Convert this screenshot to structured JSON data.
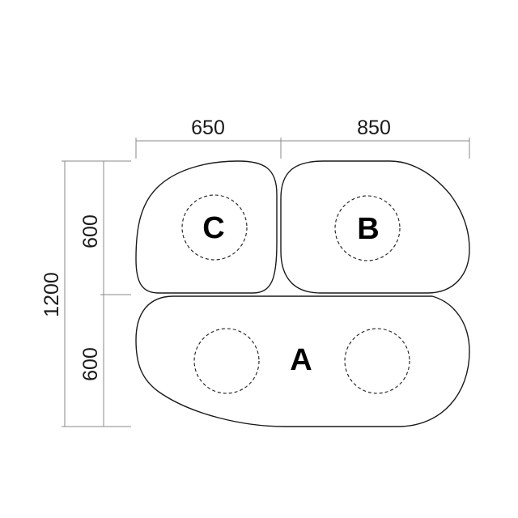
{
  "dimensions": {
    "top_left_width": "650",
    "top_right_width": "850",
    "total_height": "1200",
    "upper_height": "600",
    "lower_height": "600"
  },
  "modules": {
    "a_label": "A",
    "b_label": "B",
    "c_label": "C"
  },
  "colors": {
    "outline": "#1a1a1a",
    "dimension_line": "#8a8a8a",
    "fill": "#ffffff"
  }
}
